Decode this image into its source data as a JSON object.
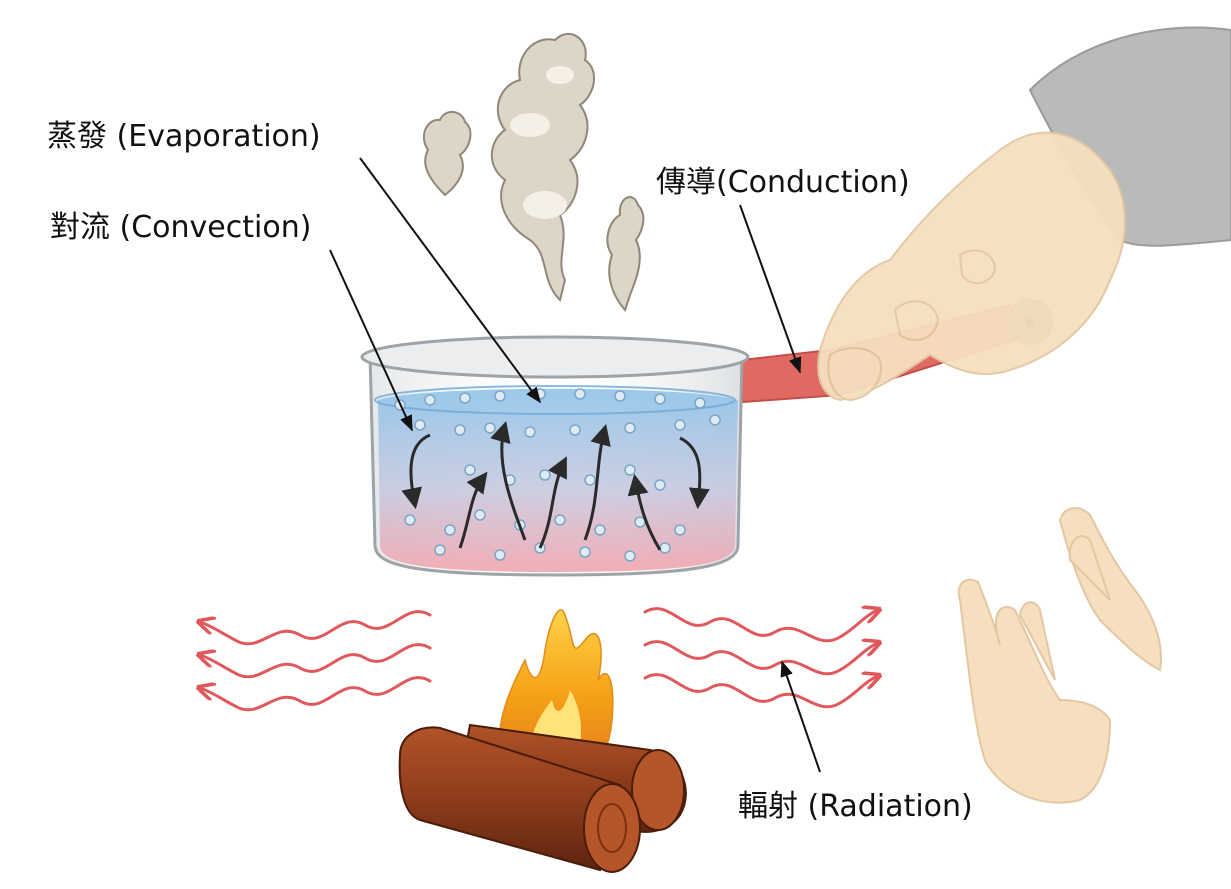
{
  "labels": {
    "evaporation": "蒸發 (Evaporation)",
    "convection": "對流 (Convection)",
    "conduction": "傳導(Conduction)",
    "radiation": "輻射 (Radiation)"
  },
  "colors": {
    "background": "#ffffff",
    "steam": "#ddd6c8",
    "water_top": "#8fc3ea",
    "water_bottom": "#f2a5ad",
    "pot_rim": "#b8bcc0",
    "handle": "#e06a62",
    "heat_wave": "#e0585c",
    "flame_outer": "#f5a317",
    "flame_inner": "#ffd24a",
    "log": "#8e3c1c",
    "log_end": "#b5552a",
    "skin": "#f6dfbf",
    "sleeve": "#b9bbb8",
    "arrow": "#2a2a2a",
    "label_text": "#111111"
  },
  "icons": [
    "steam-icon",
    "pot-icon",
    "fire-icon",
    "log-icon",
    "hand-icon",
    "heat-wave-icon"
  ]
}
